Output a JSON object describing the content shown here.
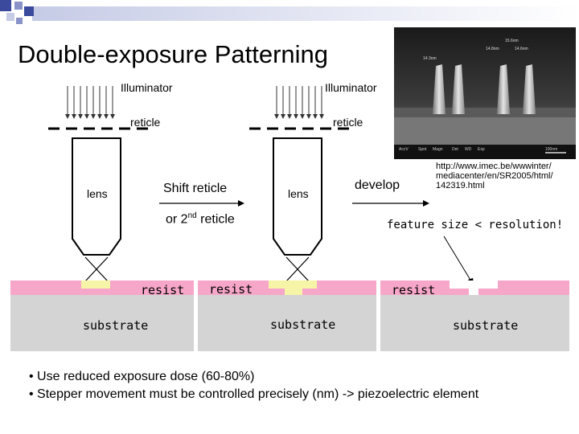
{
  "title": "Double-exposure Patterning",
  "panel1": {
    "illuminator": "Illuminator",
    "reticle": "reticle",
    "lens": "lens"
  },
  "panel2": {
    "illuminator": "Illuminator",
    "reticle": "reticle",
    "lens": "lens"
  },
  "shift_label": "Shift reticle",
  "or_label_pre": "or 2",
  "or_label_sup": "nd",
  "or_label_post": " reticle",
  "develop_label": "develop",
  "url_text": "http://www.imec.be/wwwinter/\nmediacenter/en/SR2005/html/\n142319.html",
  "feature_text": "feature size < resolution!",
  "resist_label": "resist",
  "substrate_label": "substrate",
  "bullets": [
    "• Use reduced exposure dose (60-80%)",
    "• Stepper movement must be controlled precisely (nm) -> piezoelectric element"
  ],
  "colors": {
    "resist": "#f6a6c8",
    "exposed": "#f6f4a6",
    "substrate": "#d4d4d4",
    "deco": "#3b4a9c"
  }
}
